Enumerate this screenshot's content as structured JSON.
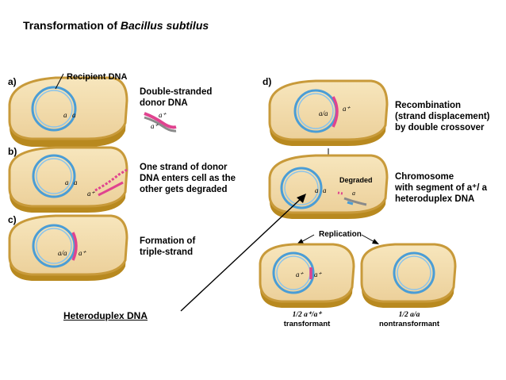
{
  "title": {
    "prefix": "Transformation of ",
    "italic": "Bacillus subtilus"
  },
  "panels": {
    "a": {
      "letter": "a)",
      "callout": "Recipient DNA",
      "desc": [
        "Double-stranded",
        "donor DNA"
      ]
    },
    "b": {
      "letter": "b)",
      "desc": [
        "One strand of donor",
        "DNA enters cell as the",
        "other gets degraded"
      ]
    },
    "c": {
      "letter": "c)",
      "desc": [
        "Formation of",
        "triple-strand"
      ]
    },
    "d": {
      "letter": "d)",
      "desc": [
        "Recombination",
        "(strand displacement)",
        "by double crossover"
      ]
    },
    "e": {
      "desc": [
        "Chromosome",
        "with segment of a⁺/ a",
        "heteroduplex DNA"
      ],
      "degraded": "Degraded"
    },
    "replication": "Replication",
    "left_result": {
      "ratio": "1/2 a⁺/a⁺",
      "label": "transformant"
    },
    "right_result": {
      "ratio": "1/2 a/a",
      "label": "nontransformant"
    }
  },
  "gene_labels": {
    "a": "a",
    "a_plus": "a⁺",
    "a_over_a": "a/a",
    "a_plus_over_a_plus": "a⁺/a⁺"
  },
  "heteroduplex_label": "Heteroduplex DNA",
  "colors": {
    "cell_fill": "#f3dca9",
    "cell_rim": "#c89a3a",
    "cell_rim_dark": "#9c7426",
    "dna_blue": "#4a9dd6",
    "donor_pink": "#e0438f",
    "donor_gray": "#8a8a8a"
  }
}
